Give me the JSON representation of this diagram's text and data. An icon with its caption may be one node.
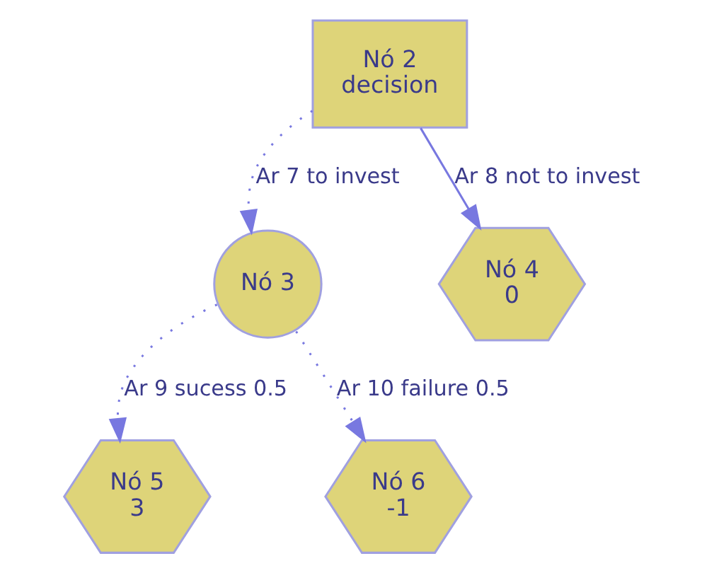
{
  "diagram": {
    "nodes": [
      {
        "text": [
          "Nó 2",
          "decision"
        ]
      },
      {
        "text": [
          "Nó 3"
        ]
      },
      {
        "text": [
          "Nó 4",
          "0"
        ]
      },
      {
        "text": [
          "Nó 5",
          "3"
        ]
      },
      {
        "text": [
          "Nó 6",
          "-1"
        ]
      }
    ],
    "edges": [
      {
        "from": 0,
        "to": 1,
        "arrow": "to",
        "label": "Ar 7 to invest",
        "style": "dashed"
      },
      {
        "from": 0,
        "to": 2,
        "arrow": "to",
        "label": "Ar 8 not to invest"
      },
      {
        "from": 1,
        "to": 3,
        "arrow": "to",
        "label": "Ar 9 sucess 0.5",
        "style": "dashed"
      },
      {
        "from": 1,
        "to": 4,
        "arrow": "to",
        "label": "Ar 10 failure 0.5",
        "style": "dashed"
      }
    ]
  }
}
